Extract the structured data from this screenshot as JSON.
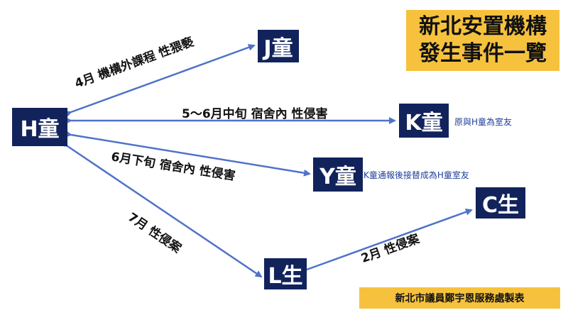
{
  "title": {
    "line1": "新北安置機構",
    "line2": "發生事件一覽"
  },
  "credit": "新北市議員鄭宇恩服務處製表",
  "colors": {
    "node_bg": "#12235c",
    "arrow": "#4f73c8",
    "highlight": "#f6c23e",
    "note_text": "#1f3f99"
  },
  "nodes": {
    "h": "H童",
    "j": "J童",
    "k": "K童",
    "y": "Y童",
    "c": "C生",
    "l": "L生"
  },
  "notes": {
    "k": "原與H童為室友",
    "y": "K童通報後接替成為H童室友"
  },
  "edges": {
    "h_j": "4月 機構外課程 性猥褻",
    "h_k": "5～6月中旬 宿舍內 性侵害",
    "h_y": "6月下旬 宿舍內 性侵害",
    "h_l": "7月 性侵案",
    "l_c": "2月 性侵案"
  }
}
